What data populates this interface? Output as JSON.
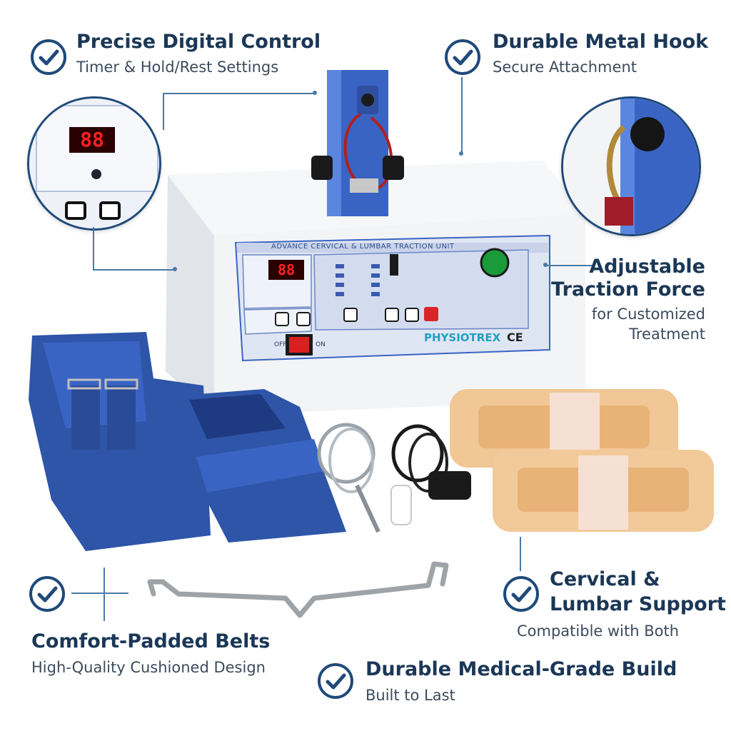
{
  "features": {
    "precise_digital_control": {
      "title": "Precise Digital Control",
      "subtitle": "Timer & Hold/Rest Settings"
    },
    "durable_metal_hook": {
      "title": "Durable Metal Hook",
      "subtitle": "Secure Attachment"
    },
    "adjustable_traction_force": {
      "title_line1": "Adjustable",
      "title_line2": "Traction Force",
      "subtitle_line1": "for Customized",
      "subtitle_line2": "Treatment"
    },
    "comfort_padded_belts": {
      "title": "Comfort-Padded Belts",
      "subtitle": "High-Quality Cushioned Design"
    },
    "cervical_lumbar_support": {
      "title_line1": "Cervical &",
      "title_line2": "Lumbar Support",
      "subtitle": "Compatible with Both"
    },
    "durable_medical_grade_build": {
      "title": "Durable Medical-Grade Build",
      "subtitle": "Built to Last"
    }
  },
  "device": {
    "panel_title": "ADVANCE CERVICAL & LUMBAR TRACTION UNIT",
    "display_value": "88",
    "zoom_display_value": "88",
    "brand": "PHYSIOTREX",
    "ce_mark": "CE",
    "power_off_label": "OFF",
    "power_on_label": "ON"
  },
  "colors": {
    "heading": "#1b3756",
    "accent": "#1f4a7a",
    "device_blue": "#3a64c4",
    "belt_blue": "#2e55a8",
    "pad_tan": "#f0c795",
    "display_red": "#ff2020"
  },
  "icons": [
    "check-circle-icon"
  ]
}
